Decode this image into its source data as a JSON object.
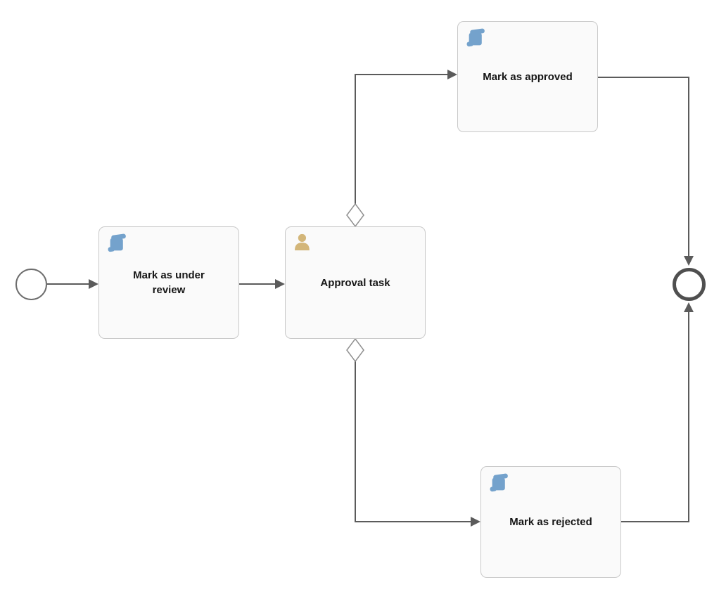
{
  "diagram": {
    "type": "bpmn-process-diagram",
    "background": "#ffffff",
    "colors": {
      "line": "#5b5b5b",
      "diamond_border": "#8f8f8f",
      "shape_fill": "#fafafa",
      "shape_border": "#c9c9c9",
      "start_event_border": "#6d6d6d",
      "end_event_border": "#4f4f4f",
      "script_icon": "#74a2cc",
      "user_icon": "#d3b679",
      "text": "#161616"
    },
    "nodes": {
      "start_event": {
        "type": "start-event",
        "label": ""
      },
      "mark_under_review": {
        "type": "script-task",
        "icon": "script-icon",
        "label": "Mark as under review"
      },
      "approval_task": {
        "type": "user-task",
        "icon": "user-icon",
        "label": "Approval task"
      },
      "mark_approved": {
        "type": "script-task",
        "icon": "script-icon",
        "label": "Mark as approved"
      },
      "mark_rejected": {
        "type": "script-task",
        "icon": "script-icon",
        "label": "Mark as rejected"
      },
      "end_event": {
        "type": "end-event",
        "label": ""
      }
    },
    "flows": [
      {
        "from": "start_event",
        "to": "mark_under_review",
        "conditional": false
      },
      {
        "from": "mark_under_review",
        "to": "approval_task",
        "conditional": false
      },
      {
        "from": "approval_task",
        "to": "mark_approved",
        "conditional": true
      },
      {
        "from": "approval_task",
        "to": "mark_rejected",
        "conditional": true
      },
      {
        "from": "mark_approved",
        "to": "end_event",
        "conditional": false
      },
      {
        "from": "mark_rejected",
        "to": "end_event",
        "conditional": false
      }
    ]
  }
}
